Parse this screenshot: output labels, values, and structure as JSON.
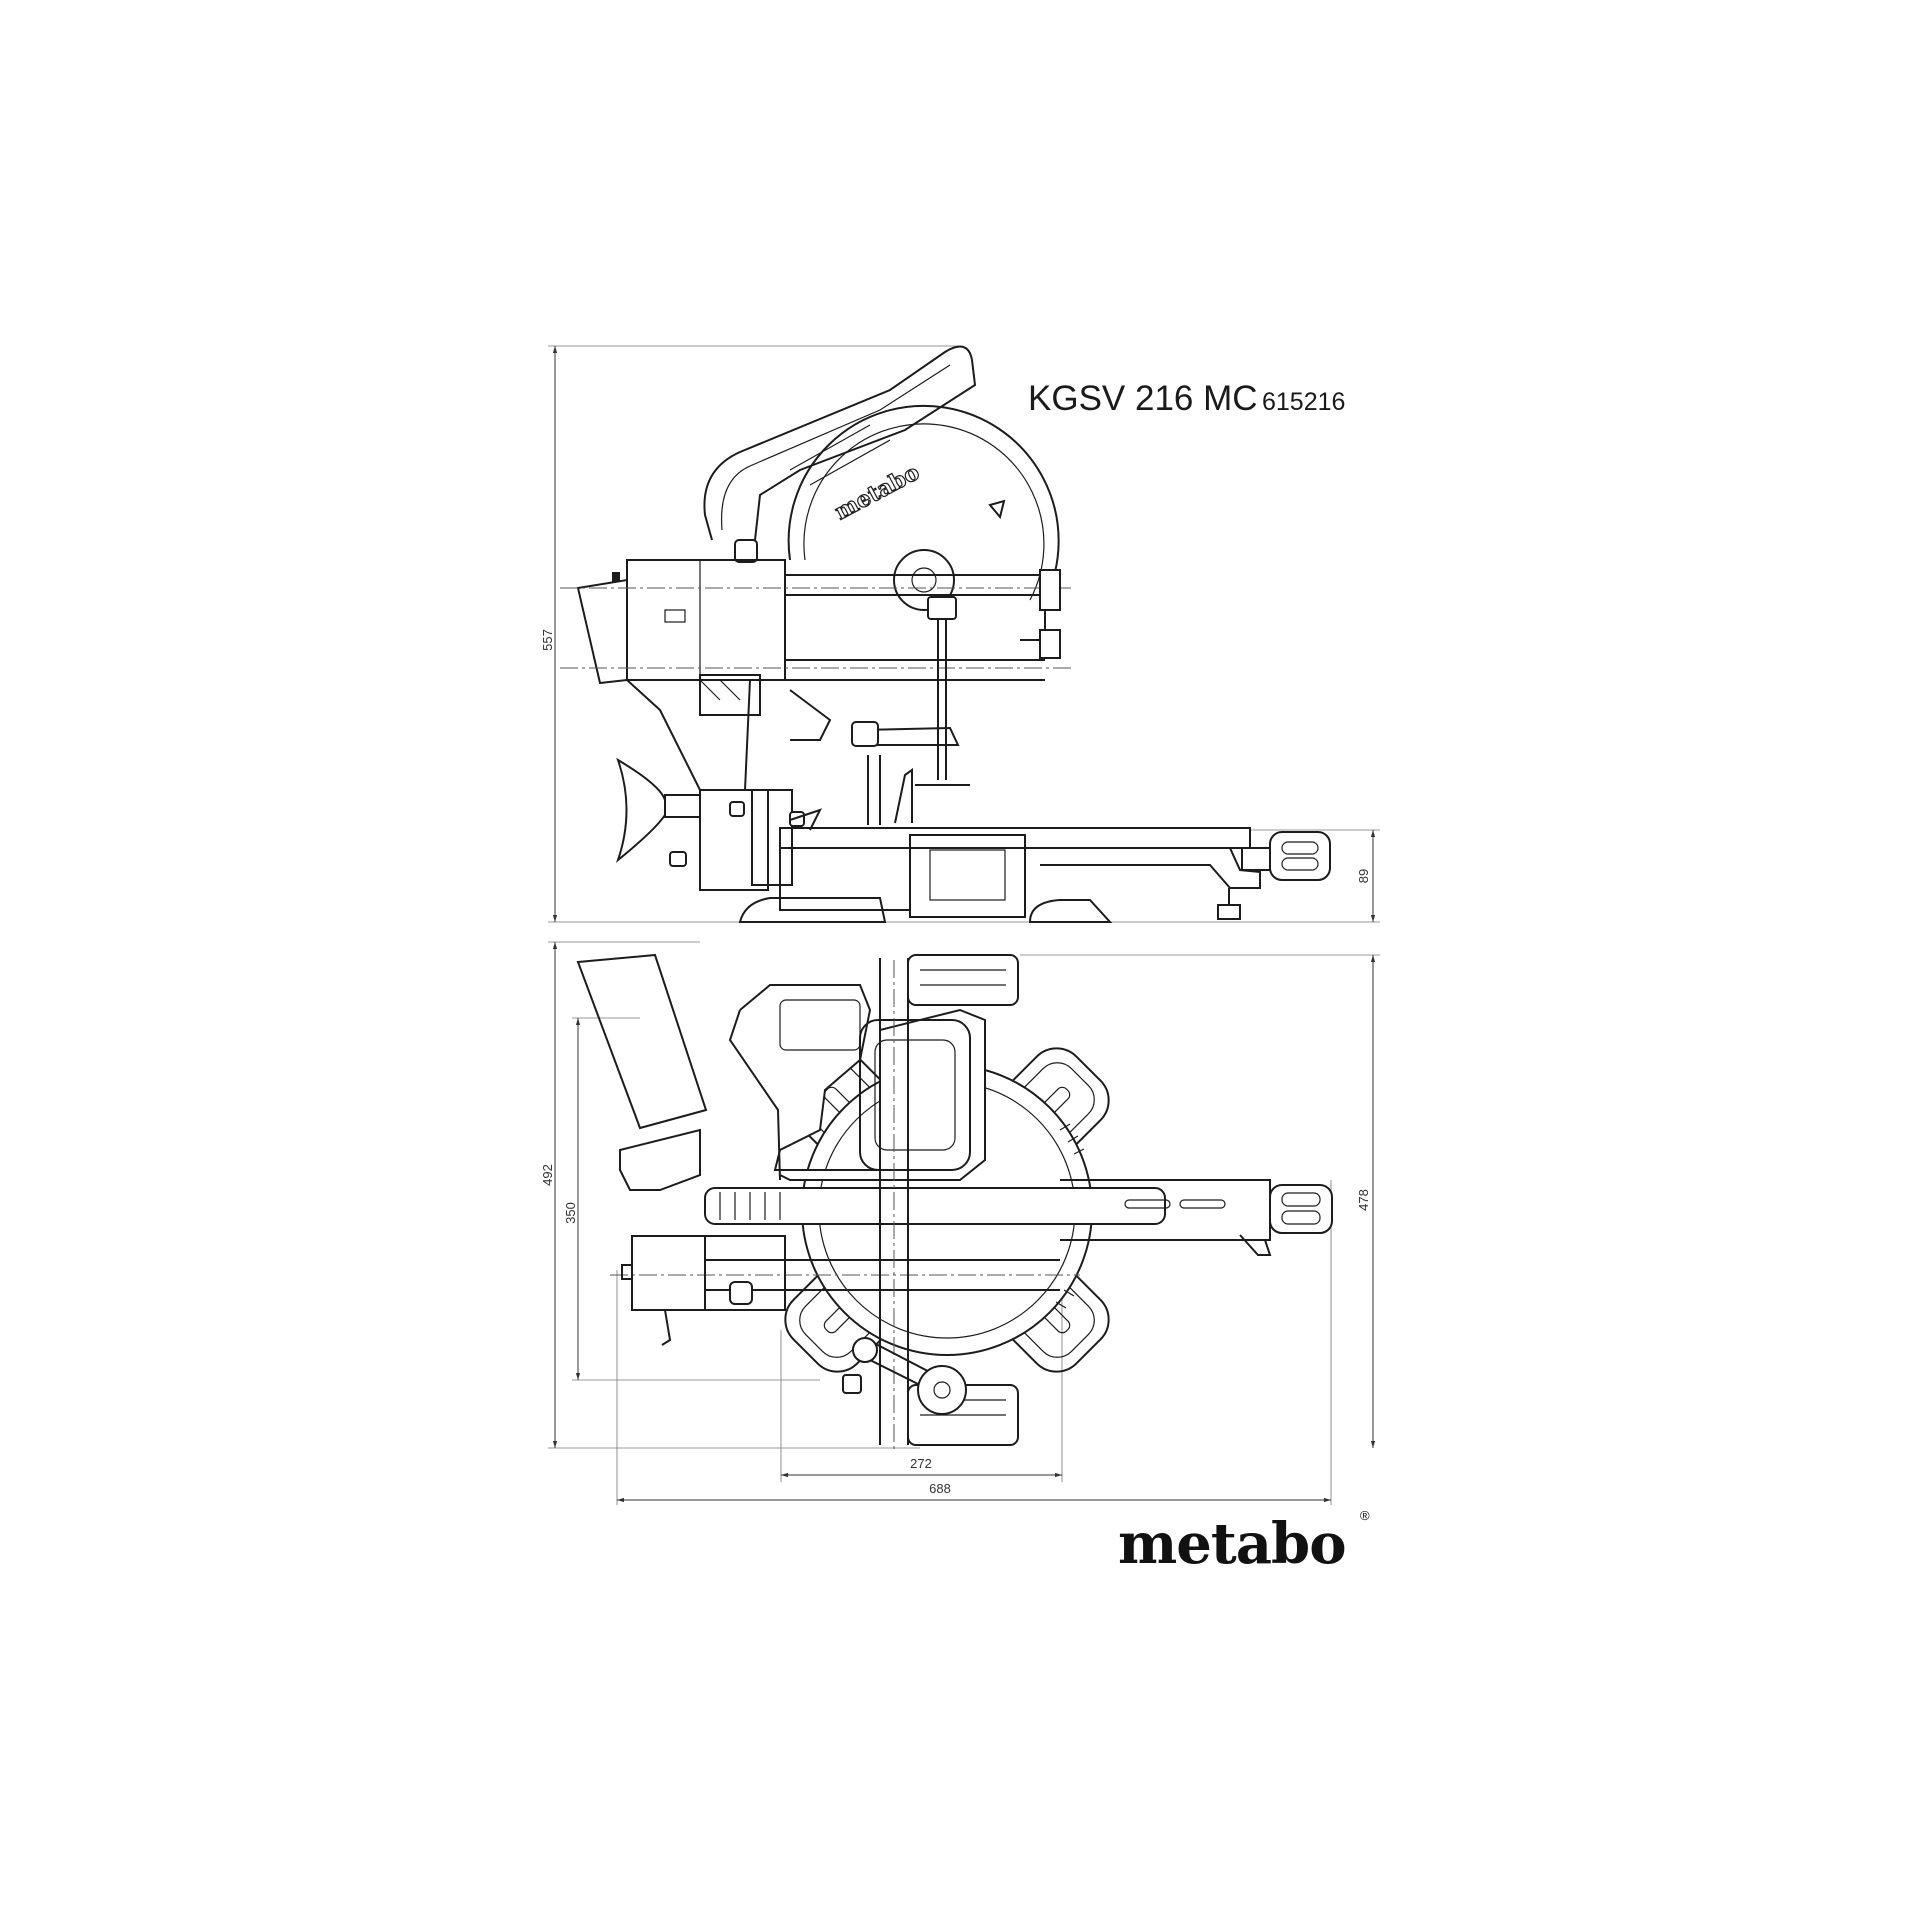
{
  "header": {
    "model": "KGSV 216 MC",
    "part_number": "615216"
  },
  "side_view": {
    "dimensions": {
      "overall_height": "557",
      "base_height": "89"
    },
    "guard_logo": "metabo"
  },
  "top_view": {
    "dimensions": {
      "overall_depth": "492",
      "inner_depth": "350",
      "depth_right": "478",
      "table_width": "272",
      "overall_width": "688"
    }
  },
  "brand": {
    "logo_text": "metabo",
    "registered_mark": "®"
  },
  "colors": {
    "line": "#1c1c1c",
    "background": "#ffffff"
  }
}
